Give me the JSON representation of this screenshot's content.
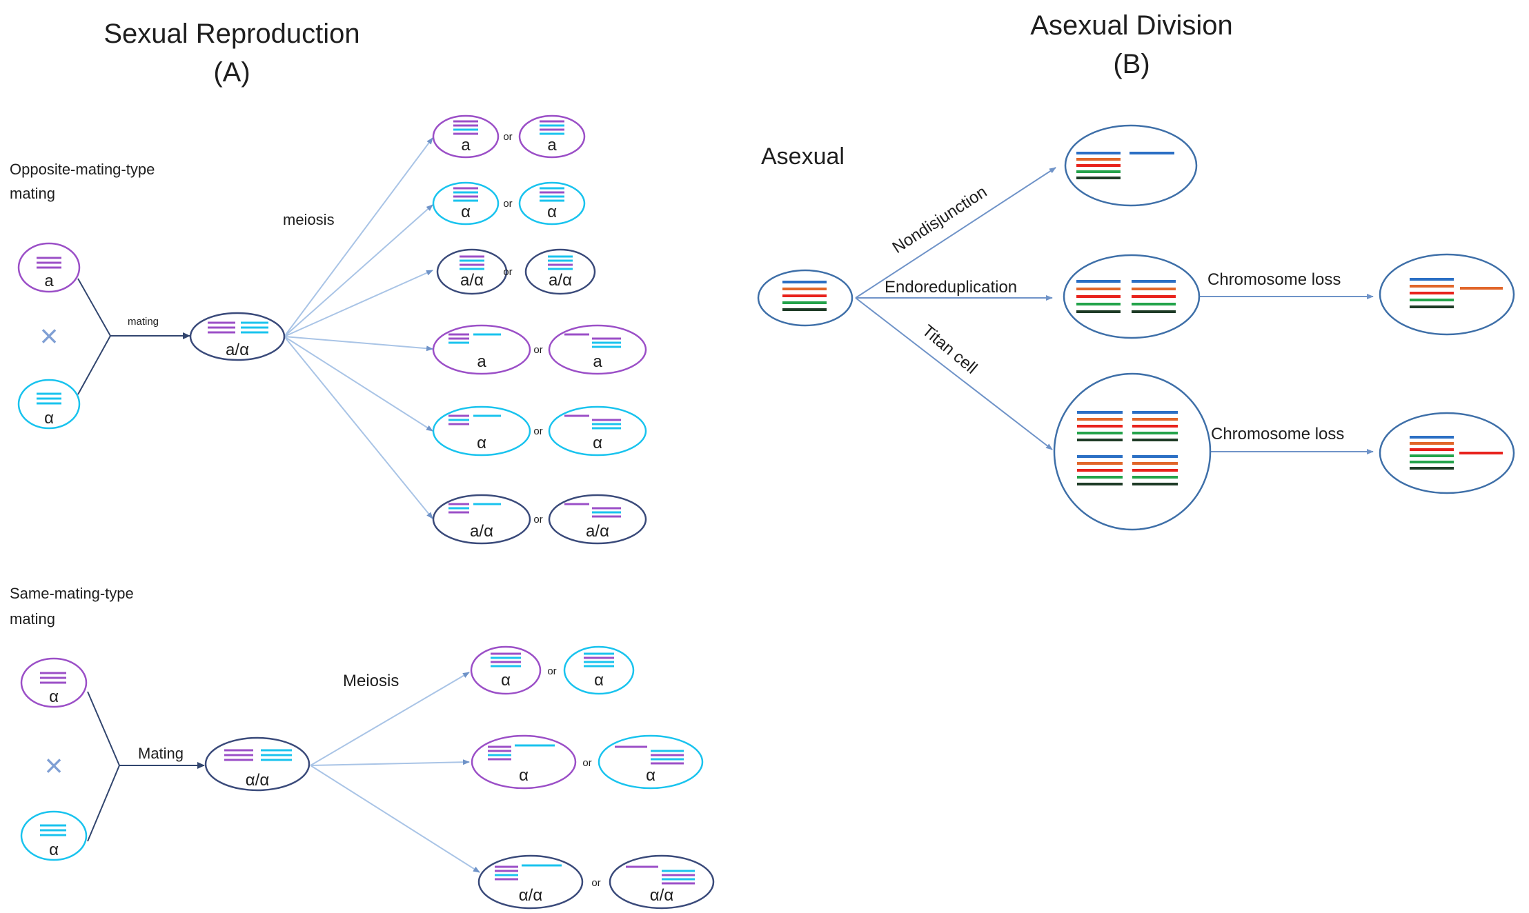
{
  "panel_a": {
    "title": "Sexual Reproduction",
    "letter": "(A)",
    "opposite_label": "Opposite-mating-type",
    "opposite_label2": "mating",
    "mating_label": "mating",
    "meiosis_label": "meiosis",
    "cross": "×",
    "same_label": "Same-mating-type",
    "same_label2": "mating",
    "mating_label2": "Mating",
    "meiosis_label2": "Meiosis",
    "or": "or",
    "parents_top": [
      "a",
      "α"
    ],
    "zygote_top": "a/α",
    "offspring_top": [
      [
        "a",
        "a"
      ],
      [
        "α",
        "α"
      ],
      [
        "a/α",
        "a/α"
      ],
      [
        "a",
        "a"
      ],
      [
        "α",
        "α"
      ],
      [
        "a/α",
        "a/α"
      ]
    ],
    "parents_bottom": [
      "α",
      "α"
    ],
    "zygote_bottom": "α/α",
    "offspring_bottom": [
      [
        "α",
        "α"
      ],
      [
        "α",
        "α"
      ],
      [
        "α/α",
        "α/α"
      ]
    ]
  },
  "panel_b": {
    "title": "Asexual Division",
    "letter": "(B)",
    "asexual_label": "Asexual",
    "nondisjunction": "Nondisjunction",
    "endoreduplication": "Endoreduplication",
    "titan": "Titan cell",
    "chromosome_loss_1": "Chromosome loss",
    "chromosome_loss_2": "Chromosome loss"
  },
  "colors": {
    "a_type": "#9b4fc7",
    "alpha_type": "#19c3ee",
    "diploid": "#3a4a7a",
    "arrow": "#a9c4e6",
    "arrow_dark": "#31456e",
    "asexual_cell": "#3e6fa8",
    "chr_blue": "#2b6fc4",
    "chr_orange": "#e1662a",
    "chr_red": "#e8221c",
    "chr_green": "#23a34a",
    "chr_black": "#1e3b26"
  }
}
